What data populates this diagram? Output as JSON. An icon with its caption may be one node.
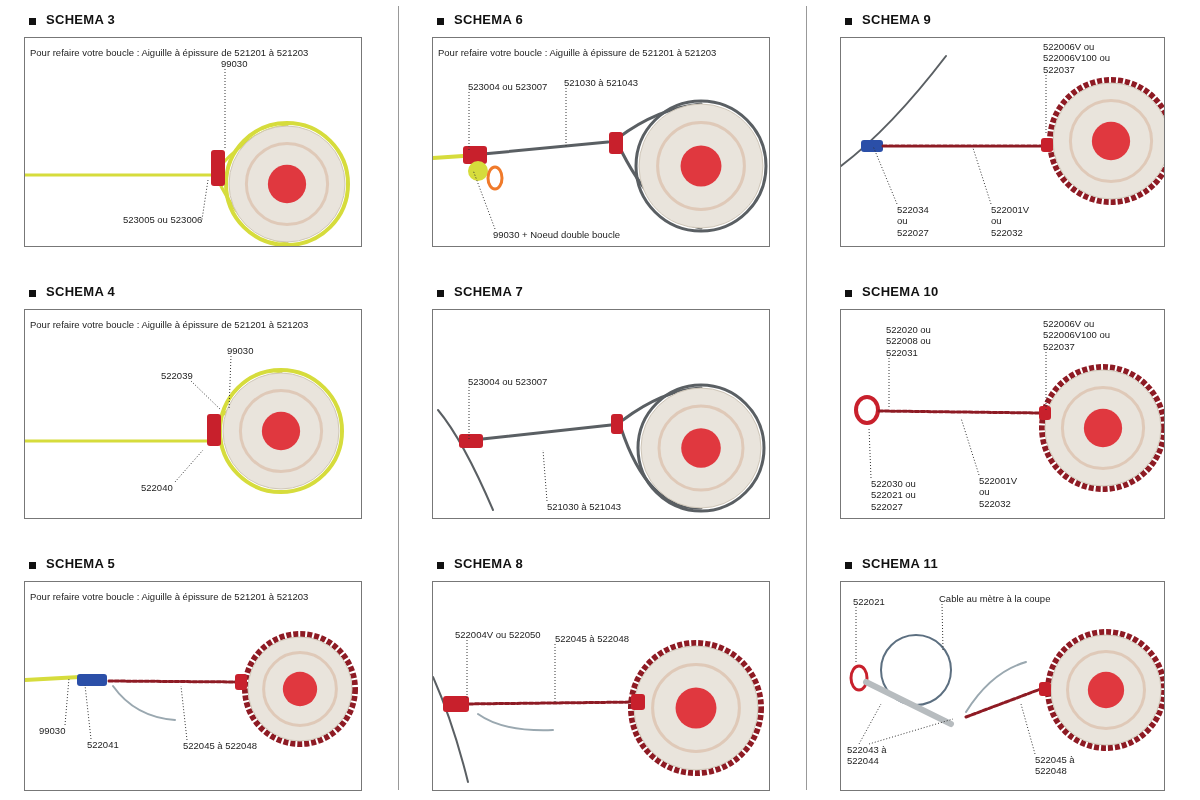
{
  "diagram": {
    "nodes": [
      {
        "text": [
          "SCHEMA 3",
          "Pour refaire votre boucle : Aiguille à épissure de 521201 à 521203"
        ]
      },
      {
        "text": [
          "99030"
        ],
        "in": 0
      },
      {
        "text": [
          "523005 ou 523006"
        ],
        "in": 0
      },
      {
        "text": [
          "SCHEMA 4",
          "Pour refaire votre boucle : Aiguille à épissure de 521201 à 521203"
        ]
      },
      {
        "text": [
          "99030"
        ],
        "in": 3
      },
      {
        "text": [
          "522039"
        ],
        "in": 3
      },
      {
        "text": [
          "522040"
        ],
        "in": 3
      },
      {
        "text": [
          "SCHEMA 5",
          "Pour refaire votre boucle : Aiguille à épissure de 521201 à 521203"
        ]
      },
      {
        "text": [
          "99030"
        ],
        "in": 7
      },
      {
        "text": [
          "522041"
        ],
        "in": 7
      },
      {
        "text": [
          "522045 à 522048"
        ],
        "in": 7
      },
      {
        "text": [
          "SCHEMA 6",
          "Pour refaire votre boucle : Aiguille à épissure de 521201 à 521203"
        ]
      },
      {
        "text": [
          "523004 ou 523007"
        ],
        "in": 11
      },
      {
        "text": [
          "521030 à 521043"
        ],
        "in": 11
      },
      {
        "text": [
          "99030 + Noeud double boucle"
        ],
        "in": 11
      },
      {
        "text": [
          "SCHEMA 7"
        ]
      },
      {
        "text": [
          "523004 ou 523007"
        ],
        "in": 15
      },
      {
        "text": [
          "521030 à 521043"
        ],
        "in": 15
      },
      {
        "text": [
          "SCHEMA 8"
        ]
      },
      {
        "text": [
          "522004V ou 522050"
        ],
        "in": 18
      },
      {
        "text": [
          "522045 à 522048"
        ],
        "in": 18
      },
      {
        "text": [
          "SCHEMA 9"
        ]
      },
      {
        "text": [
          "522006V ou 522006V100 ou 522037"
        ],
        "in": 21
      },
      {
        "text": [
          "522034 ou 522027"
        ],
        "in": 21
      },
      {
        "text": [
          "522001V ou 522032"
        ],
        "in": 21
      },
      {
        "text": [
          "SCHEMA 10"
        ]
      },
      {
        "text": [
          "522020 ou 522008 ou 522031"
        ],
        "in": 25
      },
      {
        "text": [
          "522006V ou 522006V100 ou 522037"
        ],
        "in": 25
      },
      {
        "text": [
          "522030 ou 522021 ou 522027"
        ],
        "in": 25
      },
      {
        "text": [
          "522001V ou 522032"
        ],
        "in": 25
      },
      {
        "text": [
          "SCHEMA 11"
        ]
      },
      {
        "text": [
          "522021"
        ],
        "in": 30
      },
      {
        "text": [
          "Cable au mètre à la coupe"
        ],
        "in": 30
      },
      {
        "text": [
          "522043 à 522044"
        ],
        "in": 30
      },
      {
        "text": [
          "522045 à 522048"
        ],
        "in": 30
      }
    ],
    "edges": [
      {
        "from": 1,
        "to": null,
        "arrow": "none"
      },
      {
        "from": 2,
        "to": null,
        "arrow": "none"
      },
      {
        "from": 4,
        "to": null,
        "arrow": "none"
      },
      {
        "from": 5,
        "to": null,
        "arrow": "none"
      },
      {
        "from": 6,
        "to": null,
        "arrow": "none"
      },
      {
        "from": 8,
        "to": null,
        "arrow": "none"
      },
      {
        "from": 9,
        "to": null,
        "arrow": "none"
      },
      {
        "from": 10,
        "to": null,
        "arrow": "none"
      },
      {
        "from": 12,
        "to": null,
        "arrow": "none"
      },
      {
        "from": 13,
        "to": null,
        "arrow": "none"
      },
      {
        "from": 14,
        "to": null,
        "arrow": "none"
      },
      {
        "from": 16,
        "to": null,
        "arrow": "none"
      },
      {
        "from": 17,
        "to": null,
        "arrow": "none"
      },
      {
        "from": 19,
        "to": null,
        "arrow": "none"
      },
      {
        "from": 20,
        "to": null,
        "arrow": "none"
      },
      {
        "from": 22,
        "to": null,
        "arrow": "none"
      },
      {
        "from": 23,
        "to": null,
        "arrow": "none"
      },
      {
        "from": 24,
        "to": null,
        "arrow": "none"
      },
      {
        "from": 26,
        "to": null,
        "arrow": "none"
      },
      {
        "from": 27,
        "to": null,
        "arrow": "none"
      },
      {
        "from": 28,
        "to": null,
        "arrow": "none"
      },
      {
        "from": 29,
        "to": null,
        "arrow": "none"
      },
      {
        "from": 31,
        "to": null,
        "arrow": "none"
      },
      {
        "from": 32,
        "to": null,
        "arrow": "none"
      },
      {
        "from": 33,
        "to": null,
        "arrow": "none"
      },
      {
        "from": 33,
        "to": null,
        "arrow": "none"
      },
      {
        "from": 34,
        "to": null,
        "arrow": "none"
      }
    ]
  }
}
